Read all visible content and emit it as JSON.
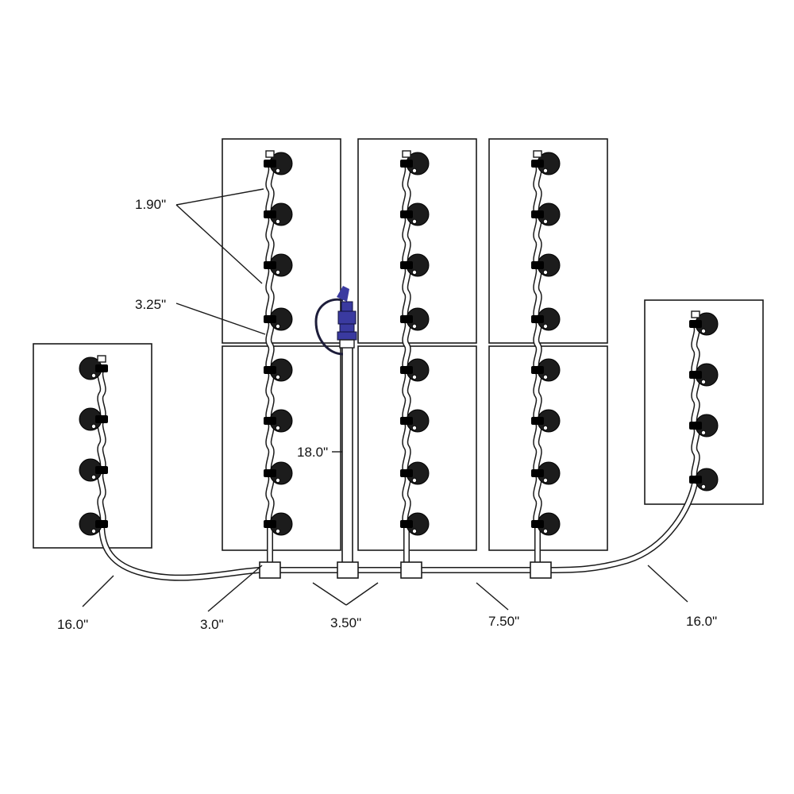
{
  "diagram": {
    "colors": {
      "outline": "#1a1a1a",
      "valve_cap": "#1c1c1c",
      "fill_connector": "#3a3aa0"
    },
    "labels": {
      "spacing_short": "1.90\"",
      "spacing_long": "3.25\"",
      "riser": "18.0\"",
      "left_run": "16.0\"",
      "tee_stub": "3.0\"",
      "tee_spacing_a": "3.50\"",
      "tee_spacing_b": "7.50\"",
      "right_run": "16.0\""
    }
  }
}
